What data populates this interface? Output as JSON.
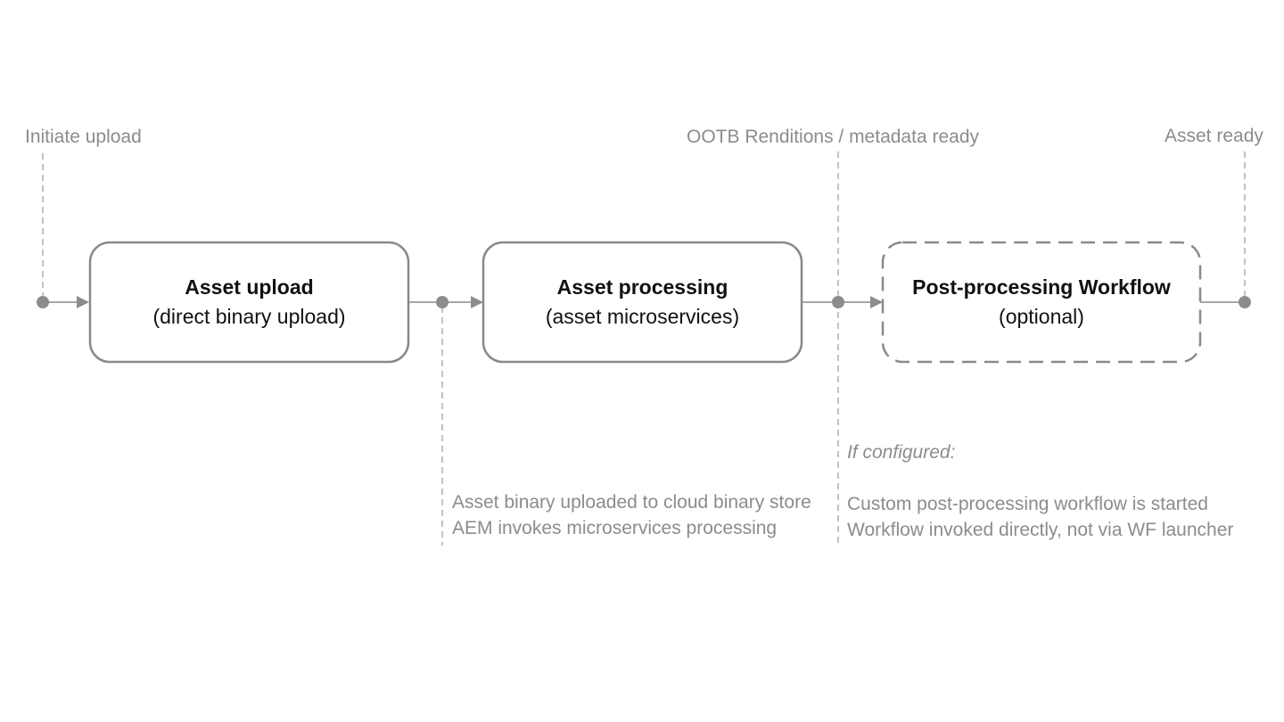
{
  "colors": {
    "line": "#8c8c8c",
    "box_border": "#8a8a8a",
    "text_dark": "#111111",
    "text_muted": "#8c8c8c"
  },
  "milestones": {
    "initiate": "Initiate upload",
    "renditions": "OOTB Renditions / metadata ready",
    "ready": "Asset ready"
  },
  "steps": [
    {
      "title": "Asset upload",
      "subtitle": "(direct binary upload)",
      "style": "solid"
    },
    {
      "title": "Asset processing",
      "subtitle": "(asset microservices)",
      "style": "solid"
    },
    {
      "title": "Post-processing Workflow",
      "subtitle": "(optional)",
      "style": "dashed"
    }
  ],
  "notes": {
    "upload": {
      "line1": "Asset binary uploaded to cloud binary store",
      "line2": "AEM invokes microservices processing"
    },
    "postprocessing": {
      "heading": "If configured:",
      "line1": "Custom post-processing workflow is started",
      "line2": "Workflow invoked directly, not via WF launcher"
    }
  }
}
